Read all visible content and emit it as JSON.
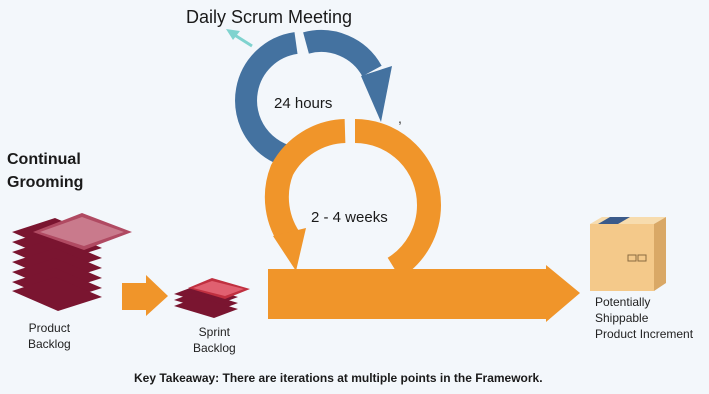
{
  "diagram": {
    "title": "Daily Scrum Meeting",
    "daily_cycle": "24 hours",
    "sprint_cycle": "2 - 4 weeks",
    "grooming": [
      "Continual",
      "Grooming"
    ],
    "product_backlog": [
      "Product",
      "Backlog"
    ],
    "sprint_backlog": [
      "Sprint",
      "Backlog"
    ],
    "increment": [
      "Potentially",
      "Shippable",
      "Product Increment"
    ],
    "takeaway": "Key Takeaway: There are iterations at multiple points in the Framework.",
    "stray_mark": ","
  },
  "colors": {
    "daily_loop": "#4472a0",
    "sprint_loop": "#f0952a",
    "backlog": "#7a1530",
    "backlog_top": "#b04a62",
    "teal_arrow": "#7fd3cf",
    "box": "#f4c98a"
  },
  "icons": [
    "product-backlog-stack-icon",
    "sprint-backlog-stack-icon",
    "shipping-box-icon"
  ]
}
